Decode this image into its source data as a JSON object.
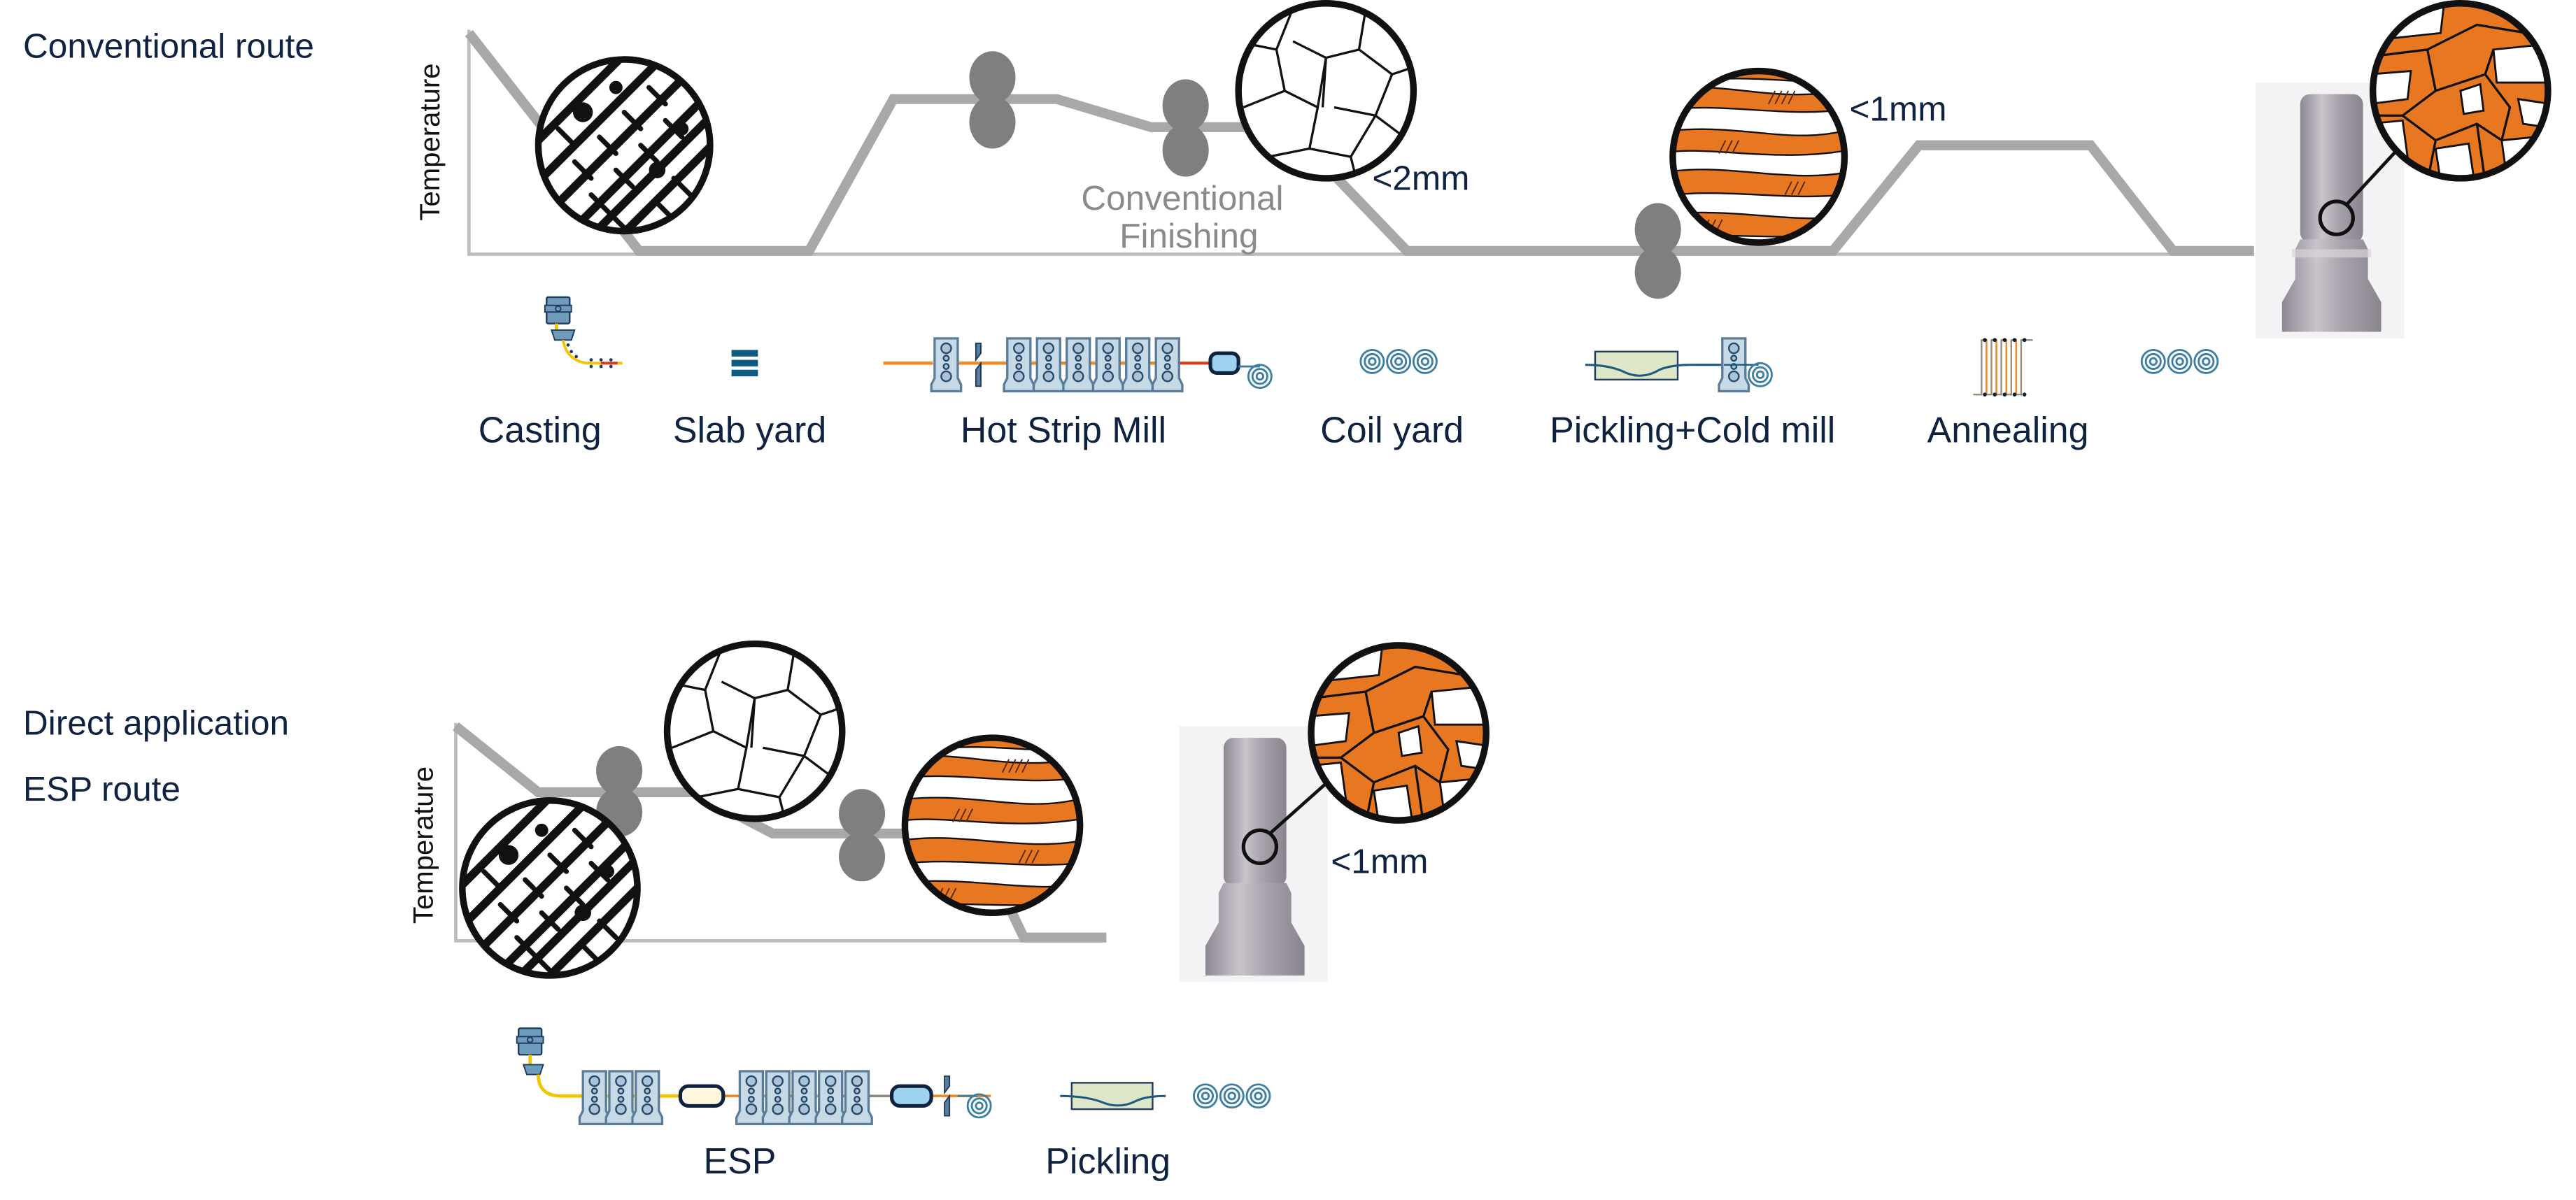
{
  "conventional": {
    "title": "Conventional route",
    "axis_label": "Temperature",
    "finishing_label_line1": "Conventional",
    "finishing_label_line2": "Finishing",
    "grain_size_hot": "<2mm",
    "grain_size_cold": "<1mm",
    "steps": [
      {
        "label": "Casting",
        "icon": "continuous-caster-icon"
      },
      {
        "label": "Slab yard",
        "icon": "slab-stack-icon"
      },
      {
        "label": "Hot Strip Mill",
        "icon": "hot-strip-mill-icon"
      },
      {
        "label": "Coil yard",
        "icon": "coils-icon"
      },
      {
        "label": "Pickling+Cold mill",
        "icon": "pickling-cold-mill-icon"
      },
      {
        "label": "Annealing",
        "icon": "annealing-furnace-icon"
      },
      {
        "label": "",
        "icon": "coils-icon"
      }
    ],
    "micrographs": [
      "dendritic-cast-structure",
      "recrystallized-austenite-grains",
      "deformed-banded-grains",
      "fine-equiaxed-grains"
    ],
    "product": "metal-pin-product"
  },
  "esp": {
    "title_line1": "Direct application",
    "title_line2": "ESP route",
    "axis_label": "Temperature",
    "grain_size": "<1mm",
    "steps": [
      {
        "label": "ESP",
        "icon": "esp-line-icon"
      },
      {
        "label": "Pickling",
        "icon": "pickling-tank-icon"
      },
      {
        "label": "",
        "icon": "coils-icon"
      }
    ],
    "micrographs": [
      "dendritic-cast-structure",
      "recrystallized-austenite-grains",
      "deformed-banded-grains",
      "fine-equiaxed-grains"
    ],
    "product": "metal-pin-product"
  },
  "colors": {
    "text_navy": "#0f2341",
    "curve_gray": "#a8a8a8",
    "roll_gray": "#7f7f7f",
    "grain_orange": "#e87722",
    "equipment_blue": "#c5d9e6",
    "strip_hot": "#f08a24",
    "strip_cast": "#f5c400"
  }
}
